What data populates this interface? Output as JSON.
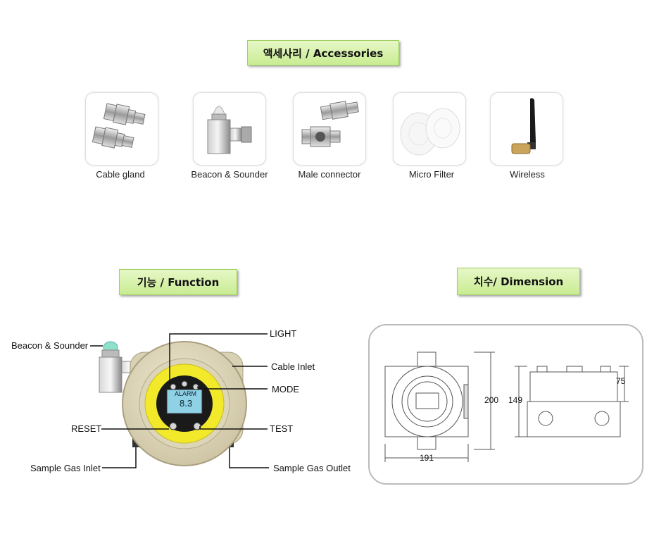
{
  "accessories": {
    "title": "액세사리  / Accessories",
    "items": [
      {
        "label": "Cable gland",
        "icon": "cable-gland-icon"
      },
      {
        "label": "Beacon & Sounder",
        "icon": "beacon-sounder-icon"
      },
      {
        "label": "Male connector",
        "icon": "male-connector-icon"
      },
      {
        "label": "Micro Filter",
        "icon": "micro-filter-icon"
      },
      {
        "label": "Wireless",
        "icon": "antenna-icon"
      }
    ]
  },
  "function": {
    "title": "기능  / Function",
    "callouts": {
      "beacon": "Beacon & Sounder",
      "light": "LIGHT",
      "cable_inlet": "Cable Inlet",
      "mode": "MODE",
      "reset": "RESET",
      "test": "TEST",
      "sample_gas_inlet": "Sample Gas Inlet",
      "sample_gas_outlet": "Sample Gas Outlet"
    },
    "display": {
      "line1": "ALARM",
      "line2": "8.3"
    }
  },
  "dimension": {
    "title": "치수/ Dimension",
    "width": "191",
    "height": "200",
    "side_height": "149",
    "side_upper": "75"
  },
  "colors": {
    "banner_bg": "#d3f0a6",
    "display_yellow": "#f2e92a",
    "housing": "#e3dcc2"
  }
}
